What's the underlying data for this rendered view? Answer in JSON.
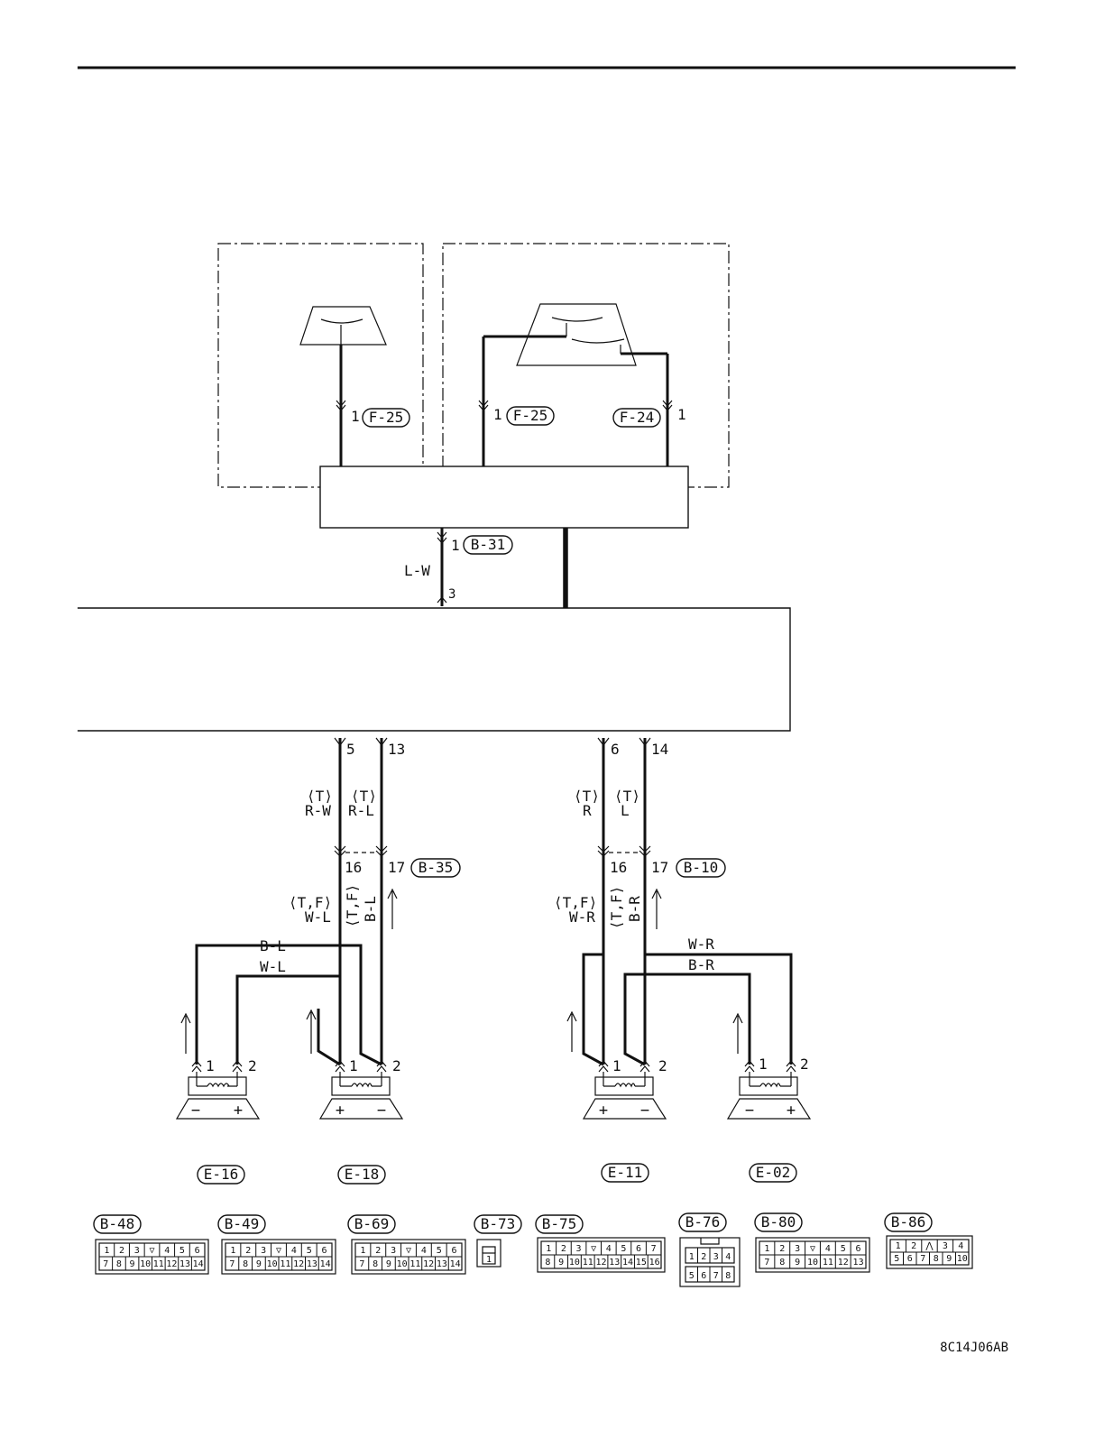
{
  "diagram_code": "8C14J06AB",
  "top_connectors": {
    "left_speaker_conn": {
      "pin": "1",
      "connector": "F-25"
    },
    "right_speaker_conn_a": {
      "pin": "1",
      "connector": "F-25"
    },
    "right_speaker_conn_b": {
      "pin": "1",
      "connector": "F-24"
    }
  },
  "radio_link": {
    "pin_top": "1",
    "connector": "B-31",
    "wire_color": "L-W",
    "pin_bottom": "3"
  },
  "left_group": {
    "pins_top": [
      "5",
      "13"
    ],
    "tag_a": "⟨T⟩",
    "color_a": "R-W",
    "tag_b": "⟨T⟩",
    "color_b": "R-L",
    "pins_mid": [
      "16",
      "17"
    ],
    "connector": "B-35",
    "tag_c": "⟨T,F⟩",
    "color_c": "W-L",
    "tag_d": "⟨T,F⟩",
    "color_d": "B-L",
    "wire_top": "B-L",
    "wire_bottom": "W-L",
    "speaker_left": {
      "pins": [
        "1",
        "2"
      ],
      "polarity": [
        "−",
        "+"
      ],
      "connector": "E-16"
    },
    "speaker_right": {
      "pins": [
        "1",
        "2"
      ],
      "polarity": [
        "+",
        "−"
      ],
      "connector": "E-18"
    }
  },
  "right_group": {
    "pins_top": [
      "6",
      "14"
    ],
    "tag_a": "⟨T⟩",
    "color_a": "R",
    "tag_b": "⟨T⟩",
    "color_b": "L",
    "pins_mid": [
      "16",
      "17"
    ],
    "connector": "B-10",
    "tag_c": "⟨T,F⟩",
    "color_c": "W-R",
    "tag_d": "⟨T,F⟩",
    "color_d": "B-R",
    "wire_top": "W-R",
    "wire_bottom": "B-R",
    "speaker_left": {
      "pins": [
        "1",
        "2"
      ],
      "polarity": [
        "+",
        "−"
      ],
      "connector": "E-11"
    },
    "speaker_right": {
      "pins": [
        "1",
        "2"
      ],
      "polarity": [
        "−",
        "+"
      ],
      "connector": "E-02"
    }
  },
  "connector_faces": [
    {
      "label": "B-48",
      "row1": [
        "1",
        "2",
        "3",
        "▽",
        "4",
        "5",
        "6"
      ],
      "row2": [
        "7",
        "8",
        "9",
        "10",
        "11",
        "12",
        "13",
        "14"
      ]
    },
    {
      "label": "B-49",
      "row1": [
        "1",
        "2",
        "3",
        "▽",
        "4",
        "5",
        "6"
      ],
      "row2": [
        "7",
        "8",
        "9",
        "10",
        "11",
        "12",
        "13",
        "14"
      ]
    },
    {
      "label": "B-69",
      "row1": [
        "1",
        "2",
        "3",
        "▽",
        "4",
        "5",
        "6"
      ],
      "row2": [
        "7",
        "8",
        "9",
        "10",
        "11",
        "12",
        "13",
        "14"
      ]
    },
    {
      "label": "B-73",
      "row1": [
        "1"
      ],
      "row2": []
    },
    {
      "label": "B-75",
      "row1": [
        "1",
        "2",
        "3",
        "▽",
        "4",
        "5",
        "6",
        "7"
      ],
      "row2": [
        "8",
        "9",
        "10",
        "11",
        "12",
        "13",
        "14",
        "15",
        "16"
      ]
    },
    {
      "label": "B-76",
      "row1": [
        "1",
        "2",
        "3",
        "4"
      ],
      "row2": [
        "5",
        "6",
        "7",
        "8"
      ]
    },
    {
      "label": "B-80",
      "row1": [
        "1",
        "2",
        "3",
        "▽",
        "4",
        "5",
        "6"
      ],
      "row2": [
        "7",
        "8",
        "9",
        "10",
        "11",
        "12",
        "13"
      ]
    },
    {
      "label": "B-86",
      "row1": [
        "1",
        "2",
        "⋀",
        "3",
        "4"
      ],
      "row2": [
        "5",
        "6",
        "7",
        "8",
        "9",
        "10"
      ]
    }
  ]
}
